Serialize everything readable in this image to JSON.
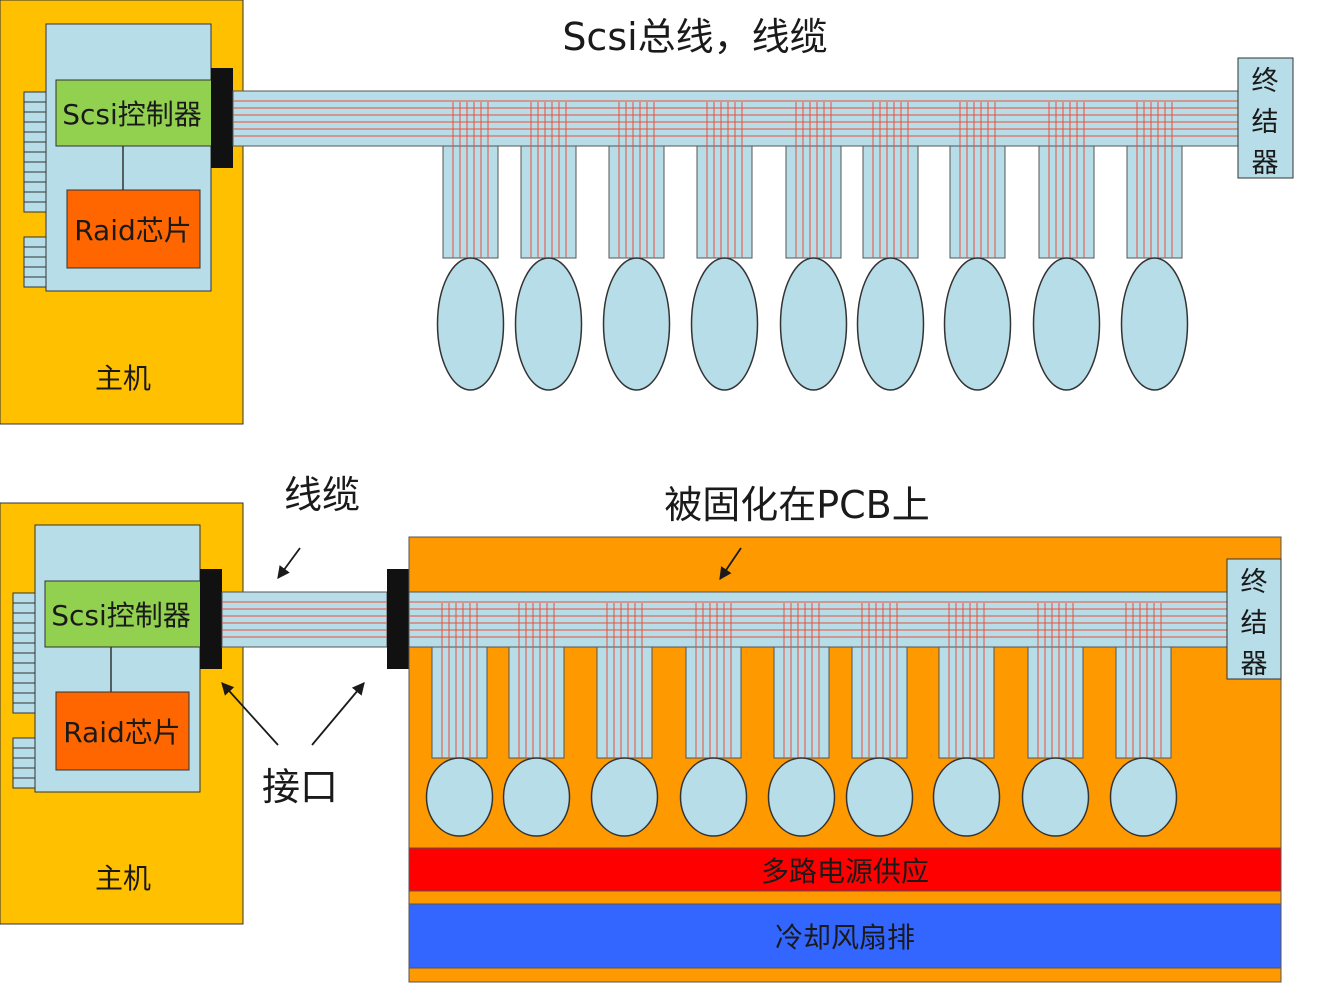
{
  "colors": {
    "host_bg": "#FFC000",
    "board_bg": "#B7DDE8",
    "controller": "#92D050",
    "raid": "#FF6600",
    "connector": "#111111",
    "cable_bg": "#B7DDE8",
    "wire": "#E8503A",
    "drive": "#B7DDE8",
    "pcb": "#FF9900",
    "power": "#FF0000",
    "fan": "#3366FF",
    "outline": "#333333"
  },
  "top": {
    "title": "Scsi总线，线缆",
    "controller_label": "Scsi控制器",
    "raid_label": "Raid芯片",
    "host_label": "主机",
    "terminator": [
      "终",
      "结",
      "器"
    ]
  },
  "bottom": {
    "cable_label": "线缆",
    "pcb_label": "被固化在PCB上",
    "interface_label": "接口",
    "controller_label": "Scsi控制器",
    "raid_label": "Raid芯片",
    "host_label": "主机",
    "terminator": [
      "终",
      "结",
      "器"
    ],
    "power_label": "多路电源供应",
    "fan_label": "冷却风扇排"
  }
}
